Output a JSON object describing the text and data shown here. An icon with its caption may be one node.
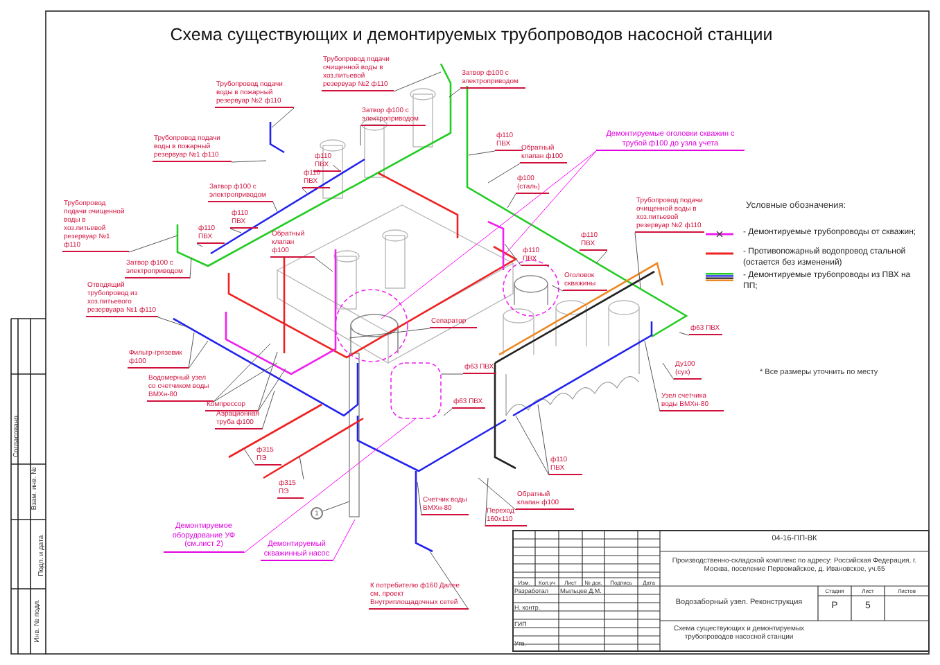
{
  "diagram": {
    "title": "Схема существующих и демонтируемых трубопроводов насосной станции",
    "nodes": [
      {
        "text": [
          "Трубопровод подачи очищенной воды в хоз.питьевой резервуар №2 ф110"
        ]
      },
      {
        "text": [
          "Трубопровод подачи воды в пожарный резервуар №2 ф110"
        ]
      },
      {
        "text": [
          "Затвор ф100 с электроприводом"
        ]
      },
      {
        "text": [
          "Трубопровод подачи воды в пожарный резервуар №1 ф110"
        ]
      },
      {
        "text": [
          "ф110 ПВХ"
        ]
      },
      {
        "text": [
          "Затвор ф100 с электроприводом"
        ]
      },
      {
        "text": [
          "ф110 ПВХ"
        ]
      },
      {
        "text": [
          "Трубопровод подачи очищенной воды в хоз.питьевой резервуар №1 ф110"
        ]
      },
      {
        "text": [
          "ф110 ПВХ"
        ]
      },
      {
        "text": [
          "ф110 ПВХ"
        ]
      },
      {
        "text": [
          "Затвор ф100 с электроприводом"
        ]
      },
      {
        "text": [
          "Обратный клапан ф100"
        ]
      },
      {
        "text": [
          "Затвор ф100 с электроприводом"
        ]
      },
      {
        "text": [
          "ф110 ПВХ"
        ]
      },
      {
        "text": [
          "Обратный клапан ф100"
        ]
      },
      {
        "text": [
          "ф100 (сталь)"
        ]
      },
      {
        "text": [
          "Демонтируемые оголовки скважин с трубой ф100 до узла учета"
        ]
      },
      {
        "text": [
          "ф110 ПВХ"
        ]
      },
      {
        "text": [
          "Трубопровод подачи очищенной воды в хоз.питьевой резервуар №2 ф110"
        ]
      },
      {
        "text": [
          "ф110 ПВХ"
        ]
      },
      {
        "text": [
          "Оголовок скважины"
        ]
      },
      {
        "text": [
          "Отводящий трубопровод из хоз.питьевого резервуара №1 ф110"
        ]
      },
      {
        "text": [
          "Фильтр-грязевик ф100"
        ]
      },
      {
        "text": [
          "Водомерный узел со счетчиком воды ВМХн-80"
        ]
      },
      {
        "text": [
          "Компрессор"
        ]
      },
      {
        "text": [
          "Сепаратор"
        ]
      },
      {
        "text": [
          "Аэрационная труба ф100"
        ]
      },
      {
        "text": [
          "ф315 ПЭ"
        ]
      },
      {
        "text": [
          "ф315 ПЭ"
        ]
      },
      {
        "text": [
          "ф63 ПВХ"
        ]
      },
      {
        "text": [
          "ф63 ПВХ"
        ]
      },
      {
        "text": [
          "ф63 ПВХ"
        ]
      },
      {
        "text": [
          "Ду100 (сух)"
        ]
      },
      {
        "text": [
          "Узел счетчика воды ВМХн-80"
        ]
      },
      {
        "text": [
          "ф110 ПВХ"
        ]
      },
      {
        "text": [
          "Обратный клапан ф100"
        ]
      },
      {
        "text": [
          "Переход 160х110"
        ]
      },
      {
        "text": [
          "Счетчик воды ВМХн-80"
        ]
      },
      {
        "text": [
          "Демонтируемое оборудование УФ (см.лист 2)"
        ]
      },
      {
        "text": [
          "Демонтируемый скважинный насос"
        ]
      },
      {
        "text": [
          "К потребителю ф160 Далее см. проект Внутриплощадочных сетей"
        ]
      },
      {
        "text": [
          "1"
        ]
      }
    ],
    "edges": [
      {
        "from": 0,
        "to": null,
        "arrow": "none"
      },
      {
        "from": 1,
        "to": null,
        "arrow": "none"
      },
      {
        "from": 2,
        "to": null,
        "arrow": "none"
      },
      {
        "from": 3,
        "to": null,
        "arrow": "none"
      },
      {
        "from": 4,
        "to": null,
        "arrow": "none"
      },
      {
        "from": 5,
        "to": null,
        "arrow": "none"
      },
      {
        "from": 6,
        "to": null,
        "arrow": "none"
      },
      {
        "from": 7,
        "to": null,
        "arrow": "none"
      },
      {
        "from": 8,
        "to": null,
        "arrow": "none"
      },
      {
        "from": 9,
        "to": null,
        "arrow": "none"
      },
      {
        "from": 10,
        "to": null,
        "arrow": "none"
      },
      {
        "from": 11,
        "to": null,
        "arrow": "none"
      },
      {
        "from": 12,
        "to": null,
        "arrow": "none"
      },
      {
        "from": 13,
        "to": null,
        "arrow": "none"
      },
      {
        "from": 14,
        "to": null,
        "arrow": "none"
      },
      {
        "from": 15,
        "to": null,
        "arrow": "none"
      },
      {
        "from": 16,
        "to": null,
        "arrow": "none",
        "color": "#ff00ff"
      },
      {
        "from": 16,
        "to": null,
        "arrow": "none",
        "color": "#ff00ff"
      },
      {
        "from": 17,
        "to": null,
        "arrow": "none"
      },
      {
        "from": 18,
        "to": null,
        "arrow": "none"
      },
      {
        "from": 19,
        "to": null,
        "arrow": "none"
      },
      {
        "from": 20,
        "to": null,
        "arrow": "none"
      },
      {
        "from": 21,
        "to": null,
        "arrow": "none"
      },
      {
        "from": 22,
        "to": null,
        "arrow": "none"
      },
      {
        "from": 22,
        "to": null,
        "arrow": "none"
      },
      {
        "from": 23,
        "to": null,
        "arrow": "none"
      },
      {
        "from": 23,
        "to": null,
        "arrow": "none"
      },
      {
        "from": 24,
        "to": null,
        "arrow": "none"
      },
      {
        "from": 24,
        "to": null,
        "arrow": "none"
      },
      {
        "from": 25,
        "to": null,
        "arrow": "none"
      },
      {
        "from": 26,
        "to": null,
        "arrow": "none"
      },
      {
        "from": 27,
        "to": null,
        "arrow": "none"
      },
      {
        "from": 28,
        "to": null,
        "arrow": "none"
      },
      {
        "from": 29,
        "to": null,
        "arrow": "none"
      },
      {
        "from": 30,
        "to": null,
        "arrow": "none"
      },
      {
        "from": 31,
        "to": null,
        "arrow": "none"
      },
      {
        "from": 32,
        "to": null,
        "arrow": "none"
      },
      {
        "from": 33,
        "to": null,
        "arrow": "none"
      },
      {
        "from": 34,
        "to": null,
        "arrow": "none"
      },
      {
        "from": 34,
        "to": null,
        "arrow": "none"
      },
      {
        "from": 35,
        "to": null,
        "arrow": "none"
      },
      {
        "from": 36,
        "to": null,
        "arrow": "none"
      },
      {
        "from": 37,
        "to": null,
        "arrow": "none"
      },
      {
        "from": 38,
        "to": null,
        "arrow": "none",
        "color": "#ff00ff"
      },
      {
        "from": 39,
        "to": null,
        "arrow": "none",
        "color": "#ff00ff"
      },
      {
        "from": 40,
        "to": null,
        "arrow": "none"
      },
      {
        "from": 41,
        "to": null,
        "arrow": "none"
      }
    ],
    "labels": [
      "Условные обозначения:",
      "* Все размеры уточнить по месту",
      "04-16-ПП-ВК",
      "Производственно-складской комплекс по адресу: Российская Федерация, г. Москва, поселение Первомайское, д. Ивановское, уч.65",
      "Изм.",
      "Кол.уч",
      "Лист",
      "№ док.",
      "Подпись",
      "Дата",
      "Разработал",
      "Мыльцев Д.М.",
      "Н. контр.",
      "ГИП",
      "Утв.",
      "Водозаборный узел. Реконструкция",
      "Стадия",
      "Лист",
      "Листов",
      "Р",
      "5",
      "Схема существующих и демонтируемых трубопроводов насосной станции",
      "Согласовано",
      "Взам. инв. №",
      "Подп. и дата",
      "Инв. № подл."
    ],
    "legend": [
      {
        "text": "- Демонтируемые трубопроводы от скважин;"
      },
      {
        "text": "- Противопожарный водопровод стальной (остается без изменений)"
      },
      {
        "text": "- Демонтируемые трубопроводы из ПВХ на ПП;"
      }
    ]
  }
}
